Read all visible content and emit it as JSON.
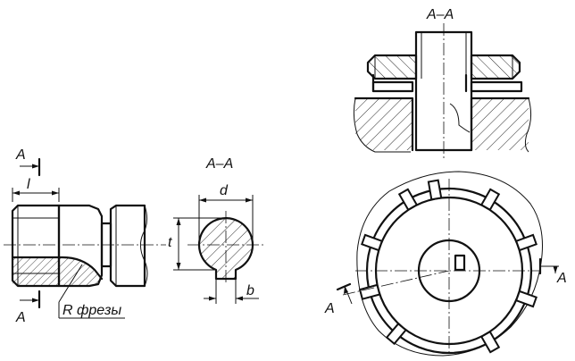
{
  "labels": {
    "section_a_top": "A",
    "section_a_bottom": "A",
    "dim_l": "l",
    "callout_radius": "R фрезы",
    "section_title_mid": "A–A",
    "dim_d": "d",
    "dim_t": "t",
    "dim_b": "b",
    "section_title_top": "A–A",
    "section_a_right": "A",
    "section_a_left": "A"
  }
}
